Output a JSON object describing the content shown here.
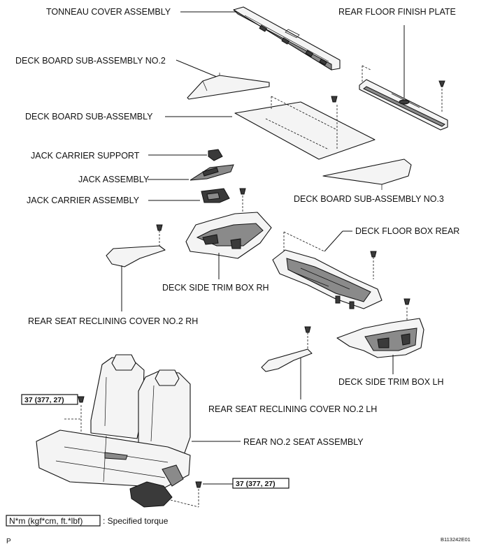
{
  "labels": {
    "tonneau_cover_assembly": "TONNEAU COVER ASSEMBLY",
    "rear_floor_finish_plate": "REAR FLOOR FINISH PLATE",
    "deck_board_sub_assembly_no2": "DECK BOARD SUB-ASSEMBLY NO.2",
    "deck_board_sub_assembly": "DECK BOARD SUB-ASSEMBLY",
    "jack_carrier_support": "JACK CARRIER SUPPORT",
    "jack_assembly": "JACK ASSEMBLY",
    "jack_carrier_assembly": "JACK CARRIER ASSEMBLY",
    "deck_board_sub_assembly_no3": "DECK BOARD SUB-ASSEMBLY NO.3",
    "deck_floor_box_rear": "DECK FLOOR BOX REAR",
    "deck_side_trim_box_rh": "DECK SIDE TRIM BOX RH",
    "rear_seat_reclining_cover_no2_rh": "REAR SEAT RECLINING COVER NO.2 RH",
    "deck_side_trim_box_lh": "DECK SIDE TRIM BOX LH",
    "rear_seat_reclining_cover_no2_lh": "REAR SEAT RECLINING COVER NO.2 LH",
    "rear_no2_seat_assembly": "REAR NO.2 SEAT ASSEMBLY"
  },
  "torque": {
    "upper": "37 (377, 27)",
    "lower": "37 (377, 27)"
  },
  "legend": {
    "unit_box": "N*m (kgf*cm, ft.*lbf)",
    "description": ": Specified torque"
  },
  "footer": {
    "left_code": "P",
    "figure_id": "B113242E01"
  }
}
